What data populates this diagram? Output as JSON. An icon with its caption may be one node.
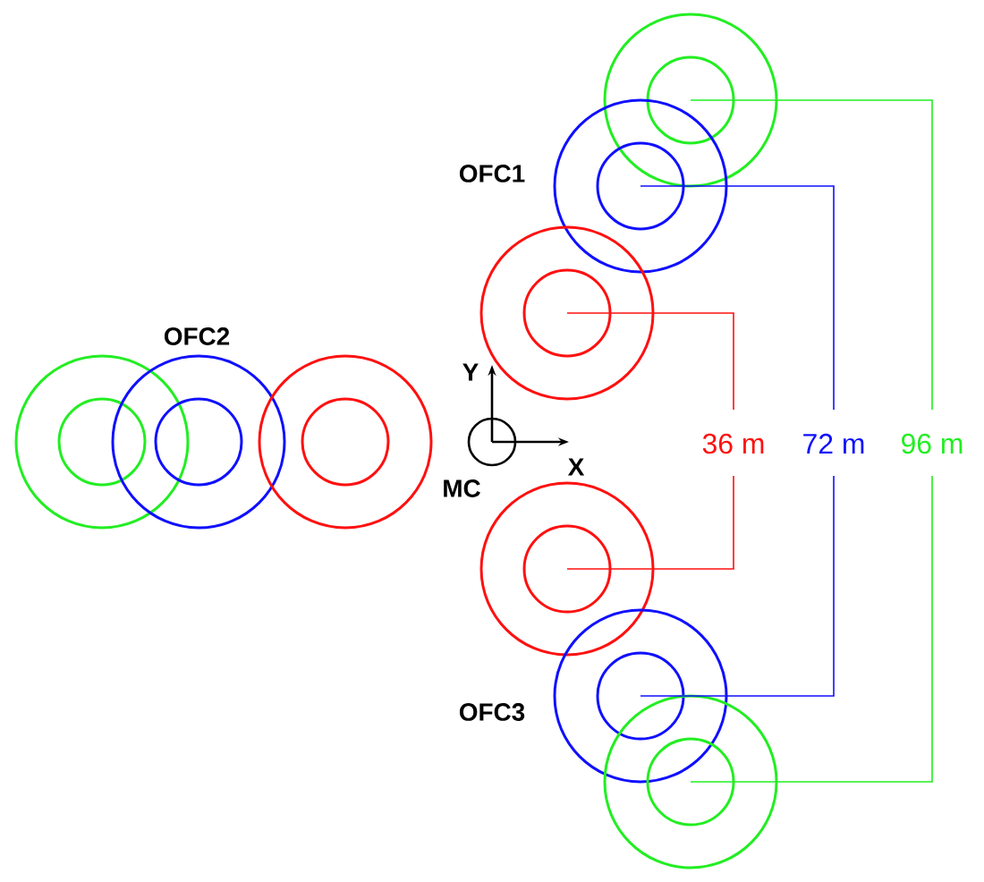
{
  "diagram": {
    "labels": [
      "OFC1",
      "OFC2",
      "Y",
      "36 m",
      "72 m",
      "96 m",
      "X",
      "MC",
      "OFC3"
    ]
  }
}
